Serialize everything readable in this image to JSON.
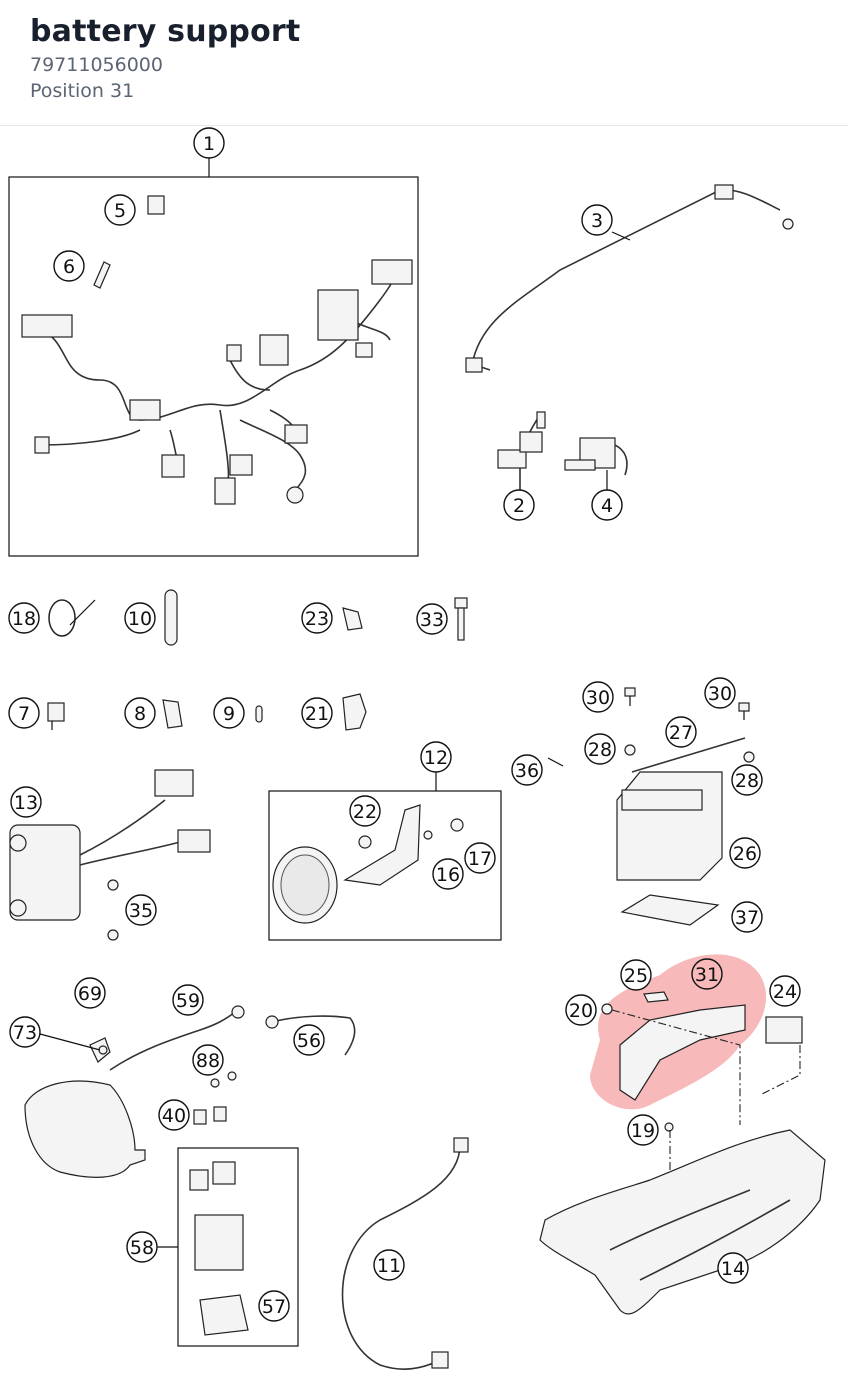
{
  "header": {
    "title": "battery support",
    "part_number": "79711056000",
    "position_label": "Position 31"
  },
  "diagram": {
    "highlighted_callout": "31",
    "highlight_color": "#f08080",
    "callouts": [
      {
        "id": "c1",
        "label": "1"
      },
      {
        "id": "c2",
        "label": "2"
      },
      {
        "id": "c3",
        "label": "3"
      },
      {
        "id": "c4",
        "label": "4"
      },
      {
        "id": "c5",
        "label": "5"
      },
      {
        "id": "c6",
        "label": "6"
      },
      {
        "id": "c7",
        "label": "7"
      },
      {
        "id": "c8",
        "label": "8"
      },
      {
        "id": "c9",
        "label": "9"
      },
      {
        "id": "c10",
        "label": "10"
      },
      {
        "id": "c11",
        "label": "11"
      },
      {
        "id": "c12",
        "label": "12"
      },
      {
        "id": "c13",
        "label": "13"
      },
      {
        "id": "c14",
        "label": "14"
      },
      {
        "id": "c16",
        "label": "16"
      },
      {
        "id": "c17",
        "label": "17"
      },
      {
        "id": "c18",
        "label": "18"
      },
      {
        "id": "c19",
        "label": "19"
      },
      {
        "id": "c20",
        "label": "20"
      },
      {
        "id": "c21",
        "label": "21"
      },
      {
        "id": "c22",
        "label": "22"
      },
      {
        "id": "c23",
        "label": "23"
      },
      {
        "id": "c24",
        "label": "24"
      },
      {
        "id": "c25",
        "label": "25"
      },
      {
        "id": "c26",
        "label": "26"
      },
      {
        "id": "c27",
        "label": "27"
      },
      {
        "id": "c28a",
        "label": "28"
      },
      {
        "id": "c28b",
        "label": "28"
      },
      {
        "id": "c30a",
        "label": "30"
      },
      {
        "id": "c30b",
        "label": "30"
      },
      {
        "id": "c31",
        "label": "31"
      },
      {
        "id": "c33",
        "label": "33"
      },
      {
        "id": "c35",
        "label": "35"
      },
      {
        "id": "c36",
        "label": "36"
      },
      {
        "id": "c37",
        "label": "37"
      },
      {
        "id": "c40",
        "label": "40"
      },
      {
        "id": "c56",
        "label": "56"
      },
      {
        "id": "c57",
        "label": "57"
      },
      {
        "id": "c58",
        "label": "58"
      },
      {
        "id": "c59",
        "label": "59"
      },
      {
        "id": "c69",
        "label": "69"
      },
      {
        "id": "c73",
        "label": "73"
      },
      {
        "id": "c88",
        "label": "88"
      }
    ]
  }
}
